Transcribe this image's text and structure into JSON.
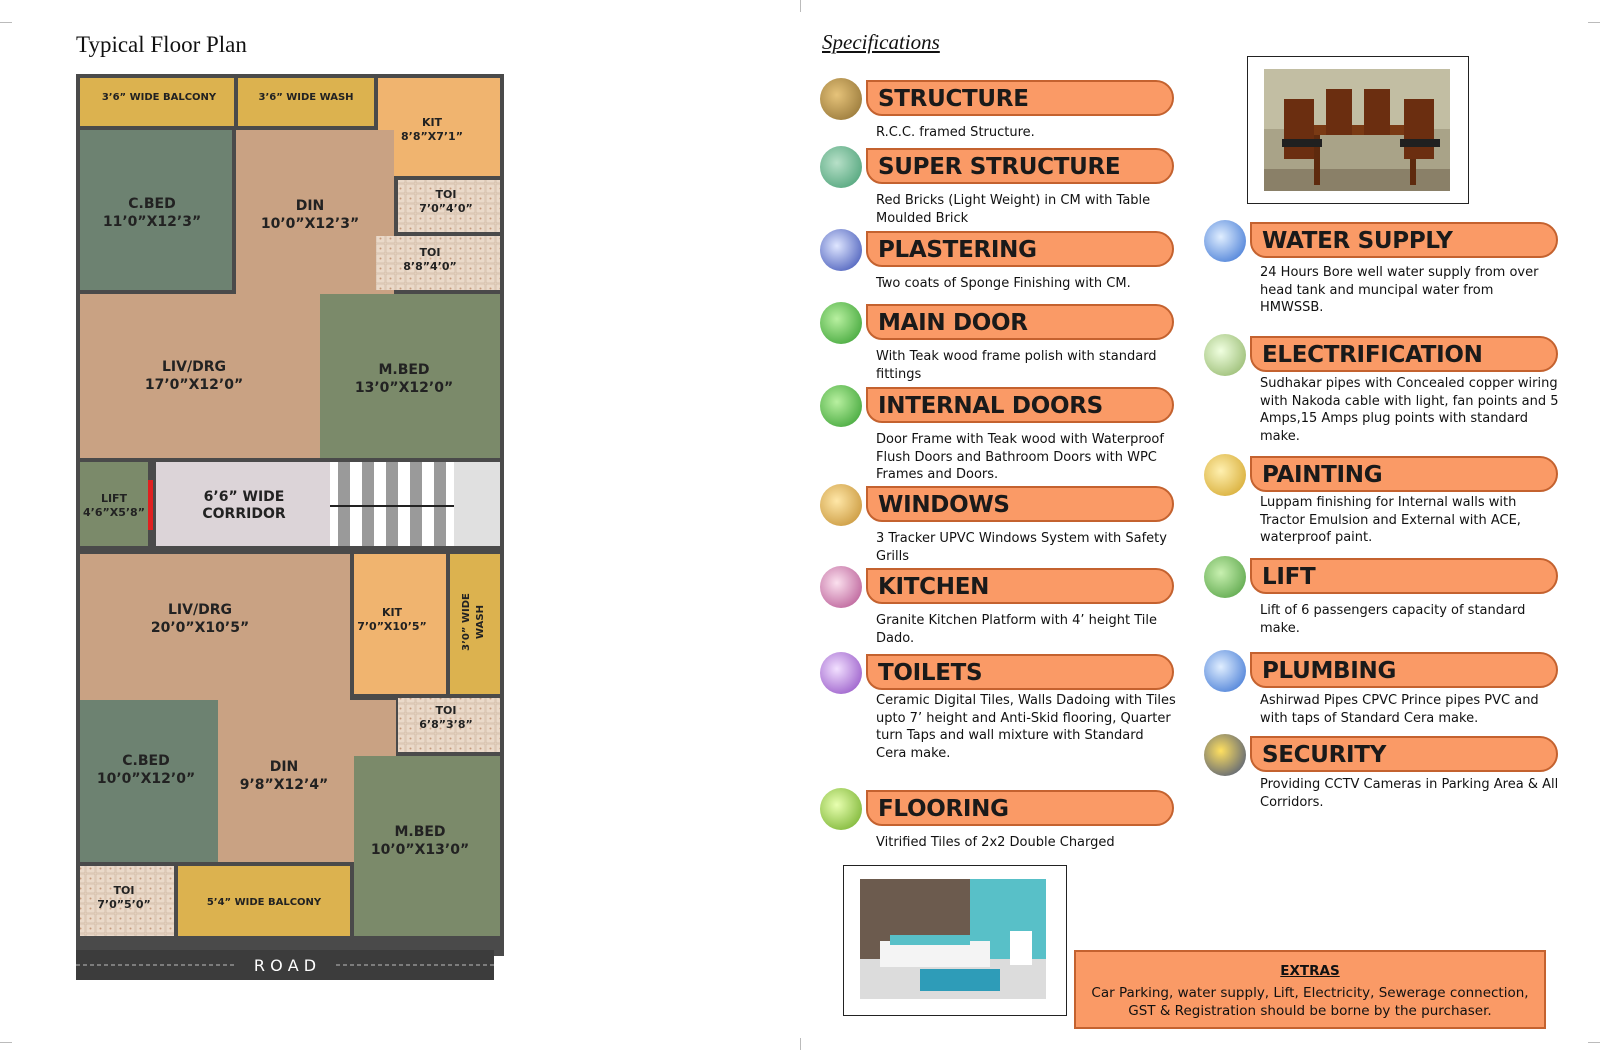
{
  "floor_plan": {
    "title": "Typical Floor Plan",
    "road_label": "R O A D",
    "rooms": {
      "balcony_top": "3’6” WIDE BALCONY",
      "wash_top": "3’6” WIDE WASH",
      "kit1_name": "KIT",
      "kit1_size": "8’8”X7’1”",
      "cbed1_name": "C.BED",
      "cbed1_size": "11’0”X12’3”",
      "din1_name": "DIN",
      "din1_size": "10’0”X12’3”",
      "toi1_name": "TOI",
      "toi1_size": "7’0”4’0”",
      "toi2_name": "TOI",
      "toi2_size": "8’8”4’0”",
      "liv1_name": "LIV/DRG",
      "liv1_size": "17’0”X12’0”",
      "mbed1_name": "M.BED",
      "mbed1_size": "13’0”X12’0”",
      "lift_name": "LIFT",
      "lift_size": "4’6”X5’8”",
      "corridor_line1": "6’6” WIDE",
      "corridor_line2": "CORRIDOR",
      "liv2_name": "LIV/DRG",
      "liv2_size": "20’0”X10’5”",
      "kit2_name": "KIT",
      "kit2_size": "7’0”X10’5”",
      "wash_side_line1": "3’0” WIDE",
      "wash_side_line2": "WASH",
      "toi3_name": "TOI",
      "toi3_size": "6’8”3’8”",
      "cbed2_name": "C.BED",
      "cbed2_size": "10’0”X12’0”",
      "din2_name": "DIN",
      "din2_size": "9’8”X12’4”",
      "mbed2_name": "M.BED",
      "mbed2_size": "10’0”X13’0”",
      "toi4_name": "TOI",
      "toi4_size": "7’0”5’0”",
      "balcony_bottom": "5’4” WIDE BALCONY"
    }
  },
  "specifications": {
    "heading": "Specifications",
    "left": [
      {
        "title": "STRUCTURE",
        "desc": "R.C.C. framed Structure.",
        "icon": "structure-icon"
      },
      {
        "title": "SUPER STRUCTURE",
        "desc": "Red Bricks (Light Weight) in CM with Table Moulded Brick",
        "icon": "super-structure-icon"
      },
      {
        "title": "PLASTERING",
        "desc": "Two coats of Sponge Finishing with CM.",
        "icon": "plastering-icon"
      },
      {
        "title": "MAIN DOOR",
        "desc": "With Teak wood frame polish with standard fittings",
        "icon": "main-door-icon"
      },
      {
        "title": "INTERNAL DOORS",
        "desc": "Door Frame with Teak wood with Waterproof Flush Doors and Bathroom Doors with WPC Frames and Doors.",
        "icon": "internal-doors-icon"
      },
      {
        "title": "WINDOWS",
        "desc": "3 Tracker UPVC Windows System with Safety Grills",
        "icon": "windows-icon"
      },
      {
        "title": "KITCHEN",
        "desc": "Granite Kitchen Platform with 4’ height Tile Dado.",
        "icon": "kitchen-icon"
      },
      {
        "title": "TOILETS",
        "desc": "Ceramic Digital Tiles, Walls Dadoing with Tiles upto 7’ height and Anti-Skid flooring, Quarter turn Taps and wall mixture with  Standard Cera make.",
        "icon": "toilets-icon"
      },
      {
        "title": "FLOORING",
        "desc": "Vitrified Tiles of 2x2 Double Charged",
        "icon": "flooring-icon"
      }
    ],
    "right": [
      {
        "title": "WATER SUPPLY",
        "desc": "24 Hours Bore well water supply from over head tank and muncipal water from HMWSSB.",
        "icon": "water-supply-icon"
      },
      {
        "title": "ELECTRIFICATION",
        "desc": "Sudhakar pipes with Concealed copper wiring with Nakoda cable with light, fan points and 5 Amps,15 Amps plug points with standard make.",
        "icon": "electrification-icon"
      },
      {
        "title": "PAINTING",
        "desc": "Luppam finishing for Internal walls with Tractor Emulsion and External with ACE, waterproof paint.",
        "icon": "painting-icon"
      },
      {
        "title": "LIFT",
        "desc": "Lift of 6 passengers capacity of standard make.",
        "icon": "lift-icon"
      },
      {
        "title": "PLUMBING",
        "desc": "Ashirwad Pipes CPVC  Prince pipes PVC and with taps of Standard Cera make.",
        "icon": "plumbing-icon"
      },
      {
        "title": "SECURITY",
        "desc": "Providing CCTV Cameras in Parking Area & All Corridors.",
        "icon": "security-icon"
      }
    ]
  },
  "extras": {
    "heading": "EXTRAS",
    "body": "Car Parking, water supply, Lift, Electricity, Sewerage connection, GST & Registration should be borne by the purchaser."
  },
  "colors": {
    "pill_fill": "#fa9a66",
    "pill_border": "#c4622f",
    "bedroom": "#6d8271",
    "master_bed": "#7b8a6a",
    "living": "#c9a283",
    "kitchen": "#f0b46f",
    "balcony": "#dcb24f",
    "wall": "#4a4a4a"
  }
}
